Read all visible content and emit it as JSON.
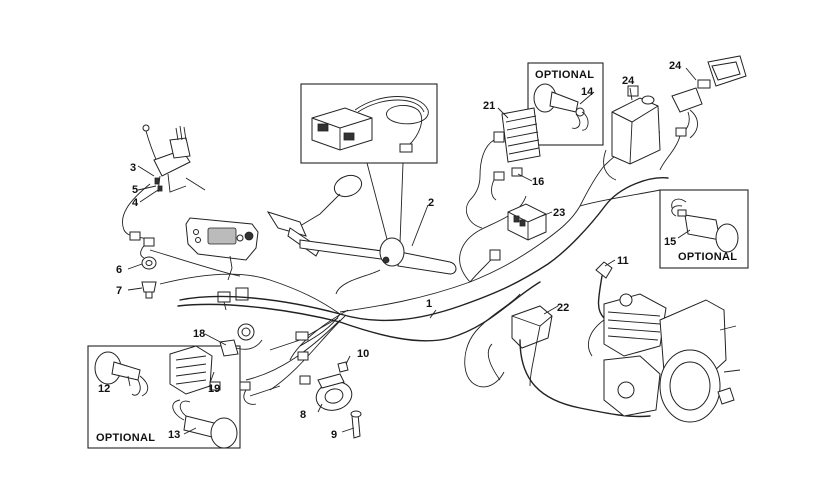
{
  "optional_label": "OPTIONAL",
  "callouts": [
    {
      "id": "c1",
      "text": "1"
    },
    {
      "id": "c2",
      "text": "2"
    },
    {
      "id": "c3",
      "text": "3"
    },
    {
      "id": "c4",
      "text": "4"
    },
    {
      "id": "c5",
      "text": "5"
    },
    {
      "id": "c6",
      "text": "6"
    },
    {
      "id": "c7",
      "text": "7"
    },
    {
      "id": "c8",
      "text": "8"
    },
    {
      "id": "c9",
      "text": "9"
    },
    {
      "id": "c10",
      "text": "10"
    },
    {
      "id": "c11",
      "text": "11"
    },
    {
      "id": "c12",
      "text": "12"
    },
    {
      "id": "c13",
      "text": "13"
    },
    {
      "id": "c14",
      "text": "14"
    },
    {
      "id": "c15",
      "text": "15"
    },
    {
      "id": "c16",
      "text": "16"
    },
    {
      "id": "c18",
      "text": "18"
    },
    {
      "id": "c19",
      "text": "19"
    },
    {
      "id": "c21",
      "text": "21"
    },
    {
      "id": "c22",
      "text": "22"
    },
    {
      "id": "c23",
      "text": "23"
    },
    {
      "id": "c24",
      "text": "24"
    }
  ]
}
